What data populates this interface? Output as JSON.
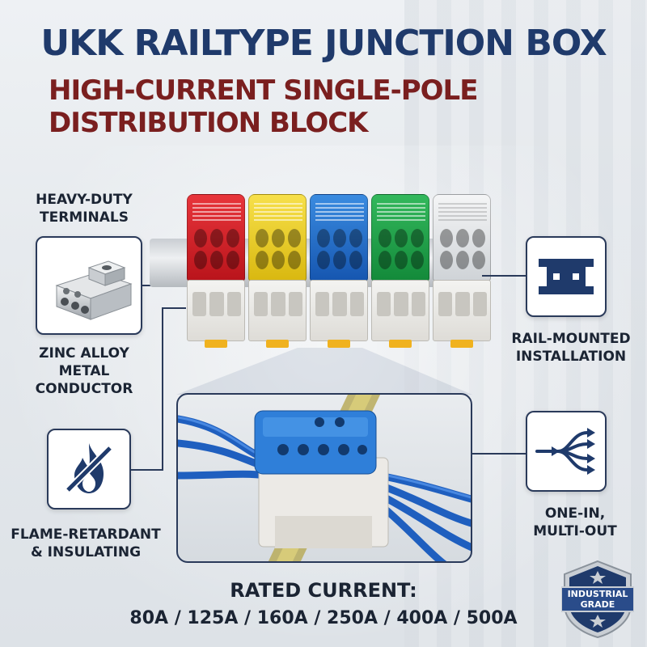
{
  "header": {
    "title": "UKK RAILTYPE JUNCTION BOX",
    "subtitle_line1": "HIGH-CURRENT SINGLE-POLE",
    "subtitle_line2": "DISTRIBUTION BLOCK"
  },
  "features": {
    "terminals_line1": "HEAVY-DUTY",
    "terminals_line2": "TERMINALS",
    "conductor_line1": "ZINC ALLOY",
    "conductor_line2": "METAL",
    "conductor_line3": "CONDUCTOR",
    "flame_line1": "FLAME-RETARDANT",
    "flame_line2": "& INSULATING",
    "rail_line1": "RAIL-MOUNTED",
    "rail_line2": "INSTALLATION",
    "output_line1": "ONE-IN,",
    "output_line2": "MULTI-OUT"
  },
  "icons": {
    "terminal": "zinc-terminal-icon",
    "flame": "flame-retardant-icon",
    "rail": "din-rail-icon",
    "split": "one-in-multi-out-icon",
    "badge": "industrial-grade-badge-icon"
  },
  "product_colors": [
    "#d81f26",
    "#f2d21b",
    "#1f6fd1",
    "#1fa64a",
    "#e8eaec"
  ],
  "rating": {
    "label": "RATED CURRENT:",
    "values": "80A / 125A / 160A / 250A / 400A / 500A"
  },
  "badge": {
    "line1": "INDUSTRIAL",
    "line2": "GRADE"
  },
  "colors": {
    "title_blue": "#1f3a6b",
    "title_red": "#7a1f1f",
    "frame": "#2a3a5a"
  }
}
